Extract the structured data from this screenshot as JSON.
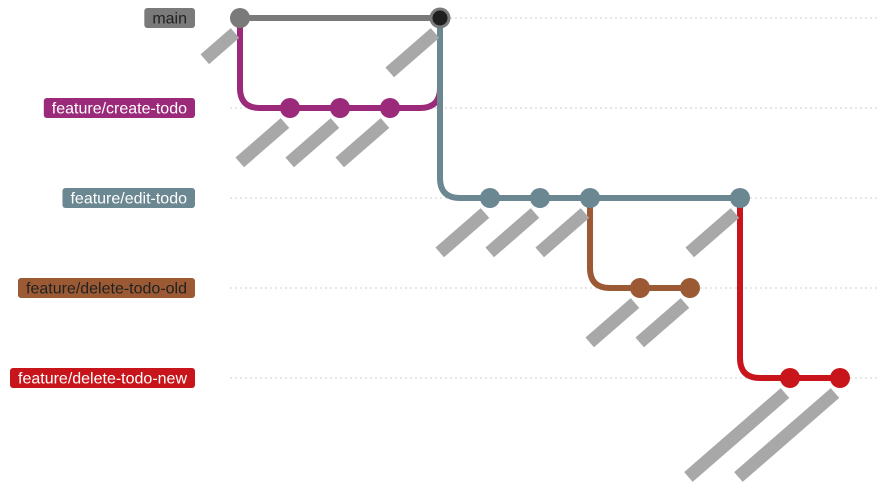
{
  "branches": [
    {
      "name": "main",
      "color": "#7a7a7a",
      "label_text_color": "#222222"
    },
    {
      "name": "feature/create-todo",
      "color": "#9b2a7a",
      "label_text_color": "#ffffff"
    },
    {
      "name": "feature/edit-todo",
      "color": "#6b8791",
      "label_text_color": "#ffffff"
    },
    {
      "name": "feature/delete-todo-old",
      "color": "#9c5a34",
      "label_text_color": "#222222"
    },
    {
      "name": "feature/delete-todo-new",
      "color": "#c8151b",
      "label_text_color": "#ffffff"
    }
  ],
  "commits": [
    {
      "branch": 0,
      "order": 0,
      "style": "normal"
    },
    {
      "branch": 0,
      "order": 4,
      "style": "merge"
    },
    {
      "branch": 1,
      "order": 1,
      "style": "normal"
    },
    {
      "branch": 1,
      "order": 2,
      "style": "normal"
    },
    {
      "branch": 1,
      "order": 3,
      "style": "normal"
    },
    {
      "branch": 2,
      "order": 5,
      "style": "normal"
    },
    {
      "branch": 2,
      "order": 6,
      "style": "normal"
    },
    {
      "branch": 2,
      "order": 7,
      "style": "normal"
    },
    {
      "branch": 2,
      "order": 10,
      "style": "normal"
    },
    {
      "branch": 3,
      "order": 8,
      "style": "normal"
    },
    {
      "branch": 3,
      "order": 9,
      "style": "normal"
    },
    {
      "branch": 4,
      "order": 11,
      "style": "normal"
    },
    {
      "branch": 4,
      "order": 12,
      "style": "normal"
    }
  ],
  "connections": [
    {
      "from": 0,
      "to": 1
    },
    {
      "from": 0,
      "to": 2
    },
    {
      "from": 2,
      "to": 3
    },
    {
      "from": 3,
      "to": 4
    },
    {
      "from": 4,
      "to": 1
    },
    {
      "from": 1,
      "to": 5
    },
    {
      "from": 5,
      "to": 6
    },
    {
      "from": 6,
      "to": 7
    },
    {
      "from": 7,
      "to": 8
    },
    {
      "from": 7,
      "to": 9
    },
    {
      "from": 9,
      "to": 10
    },
    {
      "from": 8,
      "to": 11
    },
    {
      "from": 11,
      "to": 12
    }
  ],
  "commit_tag_color": "#a8a8a8"
}
